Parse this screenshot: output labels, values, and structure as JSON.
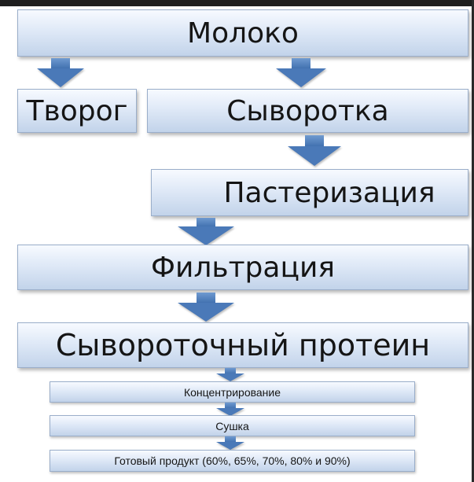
{
  "diagram": {
    "milk": "Молоко",
    "curd": "Творог",
    "whey": "Сыворотка",
    "pasteurization": "Пастеризация",
    "filtration": "Фильтрация",
    "whey_protein": "Сывороточный протеин",
    "concentration": "Концентрирование",
    "drying": "Сушка",
    "final_product": "Готовый продукт (60%, 65%, 70%, 80% и 90%)"
  },
  "colors": {
    "box_top": "#f7faff",
    "box_bottom": "#c2d3ea",
    "arrow": "#4a79b8"
  }
}
